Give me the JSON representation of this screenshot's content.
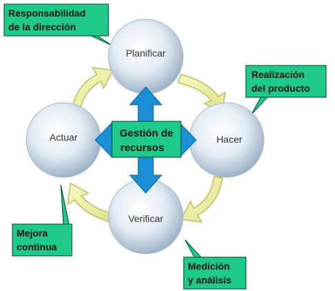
{
  "phases": {
    "planificar": "Planificar",
    "hacer": "Hacer",
    "verificar": "Verificar",
    "actuar": "Actuar"
  },
  "center": {
    "line1": "Gestión de",
    "line2": "recursos"
  },
  "callouts": {
    "responsabilidad": {
      "line1": "Responsabilidad",
      "line2": "de la dirección"
    },
    "realizacion": {
      "line1": "Realización",
      "line2": "del producto"
    },
    "mejora": {
      "line1": "Mejora",
      "line2": "continua"
    },
    "medicion": {
      "line1": "Medición",
      "line2": "y análisis"
    }
  },
  "colors": {
    "callout_fill": "#1ec98a",
    "callout_border": "#0a5c3a",
    "blue_arrow": "#1a8fd6",
    "cycle_arrow": "#eef0a6",
    "circle_edge": "#9fb4c8",
    "circle_center": "#ffffff"
  },
  "icons": {
    "cycle_arrows": "curved-cycle-arrow-icon",
    "center_arrows": "four-way-arrow-icon"
  }
}
